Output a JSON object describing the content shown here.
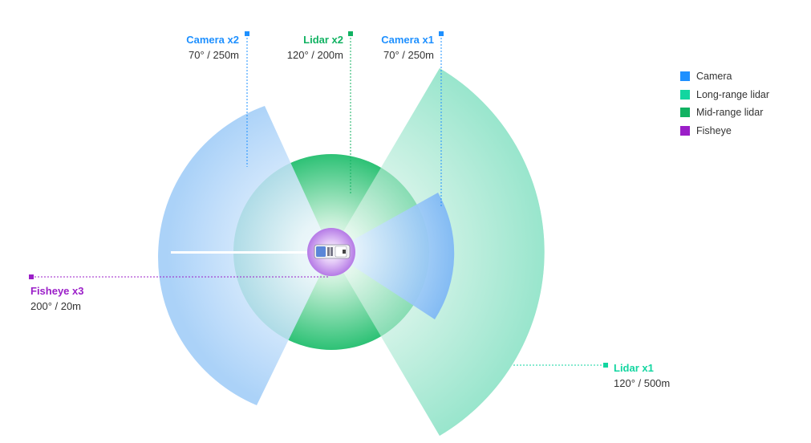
{
  "colors": {
    "camera": "#1E90FF",
    "camera_fill": "#7FB8F5",
    "long_range_lidar": "#12D6A0",
    "long_range_fill": "#8FE3C8",
    "mid_range_lidar": "#11B262",
    "mid_range_fill": "#22BE6E",
    "fisheye": "#9B1FC8",
    "fisheye_fill": "#B57AE6"
  },
  "callouts": {
    "camera_rear": {
      "title": "Camera x2",
      "spec": "70° / 250m"
    },
    "lidar_mid": {
      "title": "Lidar x2",
      "spec": "120° / 200m"
    },
    "camera_front": {
      "title": "Camera x1",
      "spec": "70° / 250m"
    },
    "fisheye": {
      "title": "Fisheye x3",
      "spec": "200° / 20m"
    },
    "lidar_long": {
      "title": "Lidar x1",
      "spec": "120° / 500m"
    }
  },
  "legend": [
    {
      "label": "Camera",
      "color": "#1E90FF"
    },
    {
      "label": "Long-range lidar",
      "color": "#12D6A0"
    },
    {
      "label": "Mid-range lidar",
      "color": "#11B262"
    },
    {
      "label": "Fisheye",
      "color": "#9B1FC8"
    }
  ]
}
